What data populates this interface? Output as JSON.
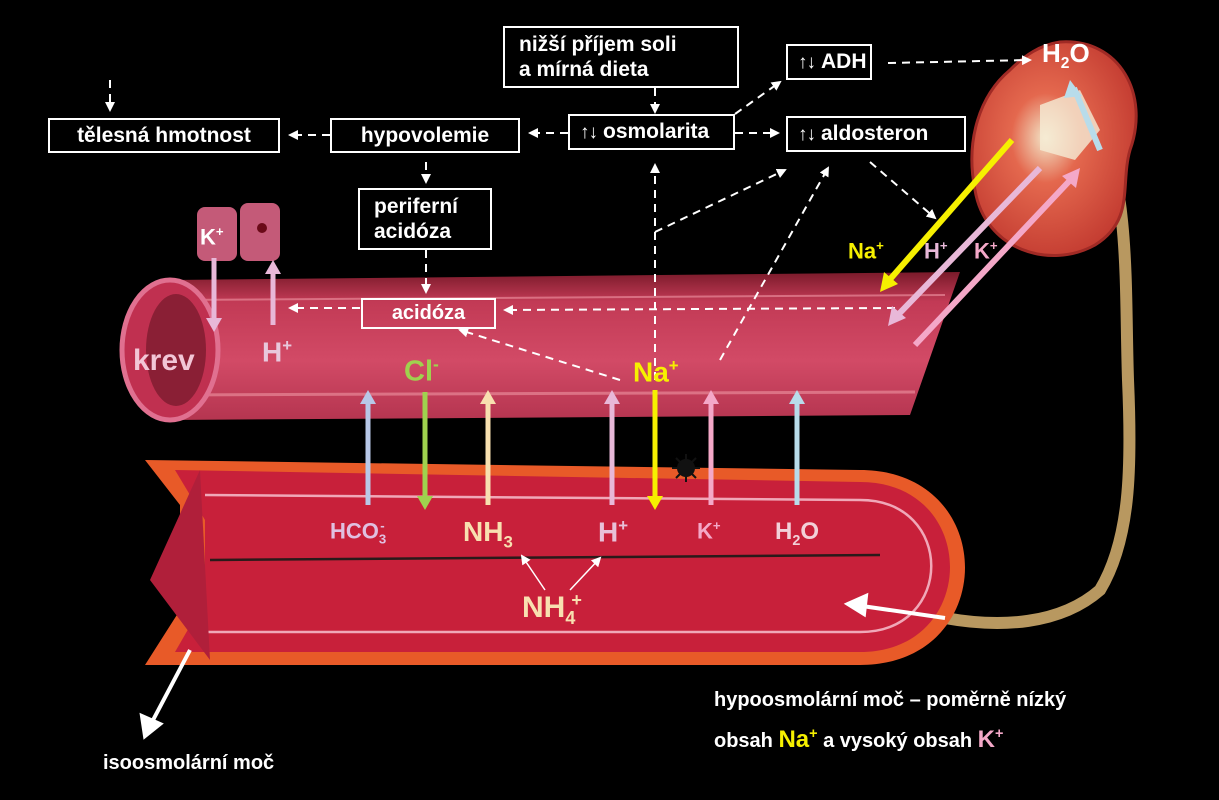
{
  "boxes": {
    "diet": {
      "line1": "nižší příjem soli",
      "line2": "a mírná dieta"
    },
    "adh": {
      "arrow": "↑↓",
      "label": "ADH"
    },
    "body_weight": {
      "label": "tělesná hmotnost"
    },
    "hypovolemia": {
      "label": "hypovolemie"
    },
    "osmolarity": {
      "arrow": "↑↓",
      "label": "osmolarita"
    },
    "aldosterone": {
      "arrow": "↑↓",
      "label": "aldosteron"
    },
    "peripheral_acidosis": {
      "line1": "periferní",
      "line2": "acidóza"
    },
    "acidosis": {
      "label": "acidóza"
    }
  },
  "vessel": {
    "label": "krev"
  },
  "kidney_ions": {
    "h2o": "H",
    "h2o_sub": "2",
    "h2o_end": "O",
    "na": "Na",
    "h": "H",
    "k": "K",
    "plus": "+"
  },
  "cell_ions": {
    "k": "K",
    "h": "H",
    "plus": "+"
  },
  "blood_ions": {
    "cl": "Cl",
    "cl_sup": "-",
    "na": "Na",
    "na_sup": "+"
  },
  "tubule_ions": {
    "hco3": "HCO",
    "hco3_sub": "3",
    "hco3_sup": "-",
    "nh3": "NH",
    "nh3_sub": "3",
    "h": "H",
    "h_sup": "+",
    "k": "K",
    "k_sup": "+",
    "h2o": "H",
    "h2o_sub": "2",
    "h2o_end": "O",
    "nh4": "NH",
    "nh4_sub": "4",
    "nh4_sup": "+"
  },
  "captions": {
    "hypo_line1": "hypoosmolární moč – poměrně nízký",
    "hypo_line2_a": "obsah",
    "hypo_na": "Na",
    "hypo_line2_b": "a vysoký obsah",
    "hypo_k": "K",
    "plus": "+",
    "iso": "isoosmolární moč"
  },
  "colors": {
    "na": "#f6f000",
    "cl": "#9fd24e",
    "h": "#e8b8d8",
    "k": "#f4a8c8",
    "h2o": "#b8dcea",
    "nh3": "#f8e0b0",
    "vessel": "#c83a55",
    "tubule": "#c8203a",
    "tubule_edge": "#e85a28",
    "ureter": "#b89860"
  }
}
